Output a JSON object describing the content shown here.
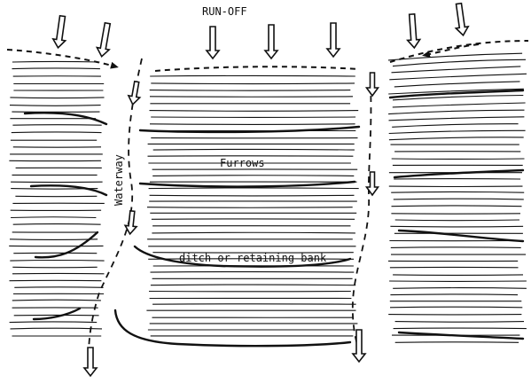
{
  "diagram": {
    "labels": {
      "runoff": "RUN-OFF",
      "waterway": "Waterway",
      "furrows": "Furrows",
      "ditch": "ditch or retaining bank"
    },
    "colors": {
      "ink": "#111111",
      "background": "#ffffff"
    }
  }
}
